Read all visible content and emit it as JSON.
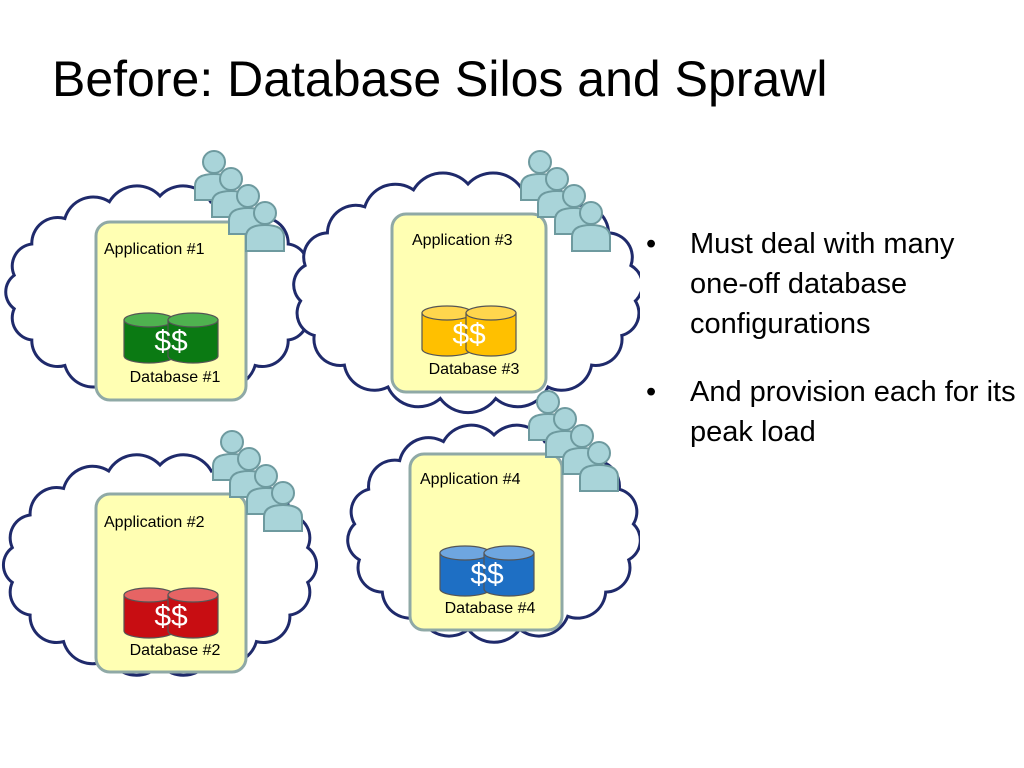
{
  "slide": {
    "title": "Before: Database Silos and Sprawl",
    "bullets": [
      "Must deal with many one-off database configurations",
      "And provision each for its peak load"
    ]
  },
  "colors": {
    "cloud_outline": "#1f2a6b",
    "app_box_fill": "#ffffb3",
    "app_box_border": "#8fa9a6",
    "user_fill": "#a9d4d9",
    "user_stroke": "#6e9a9f"
  },
  "diagram": {
    "silos": [
      {
        "id": "app1",
        "app_label": "Application #1",
        "db_label": "Database #1",
        "db_symbol": "$$",
        "db_color": "#0b7a13",
        "db_top_color": "#4fb24f",
        "db_icon": "database-green-icon"
      },
      {
        "id": "app2",
        "app_label": "Application #2",
        "db_label": "Database #2",
        "db_symbol": "$$",
        "db_color": "#c80d12",
        "db_top_color": "#e66464",
        "db_icon": "database-red-icon"
      },
      {
        "id": "app3",
        "app_label": "Application #3",
        "db_label": "Database #3",
        "db_symbol": "$$",
        "db_color": "#ffc000",
        "db_top_color": "#ffd64d",
        "db_icon": "database-yellow-icon"
      },
      {
        "id": "app4",
        "app_label": "Application #4",
        "db_label": "Database #4",
        "db_symbol": "$$",
        "db_color": "#1e6fc4",
        "db_top_color": "#6ea6e0",
        "db_icon": "database-blue-icon"
      }
    ],
    "icons": {
      "cloud": "cloud-icon",
      "users": "user-group-icon"
    }
  }
}
